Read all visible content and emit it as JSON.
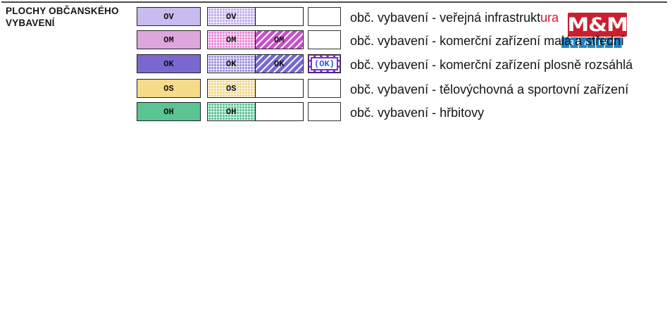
{
  "header": {
    "line1": "PLOCHY OBČANSKÉHO",
    "line2": "VYBAVENÍ"
  },
  "watermark": {
    "top_text": "M&M",
    "bottom_text": "REALITY",
    "red_color": "#c8202f",
    "blue_color": "#1e86c6"
  },
  "legend": {
    "rows": [
      {
        "code": "OV",
        "description": "obč. vybavení - veřejná infrastrukt",
        "description_red_tail": "ura",
        "solid_color": "#c9bbf0",
        "grid_color": "#c2b2ee",
        "hatch_color": "",
        "extra_label": ""
      },
      {
        "code": "OM",
        "description": "obč. vybavení - komerční zařízení malá a střední",
        "description_red_tail": "",
        "solid_color": "#dda6dd",
        "grid_color": "#ee8ade",
        "hatch_color": "#c453c8",
        "extra_label": ""
      },
      {
        "code": "OK",
        "description": "obč. vybavení - komerční zařízení plosně rozsáhlá",
        "description_red_tail": "",
        "solid_color": "#7a68d0",
        "grid_color": "#a496e4",
        "hatch_color": "#7568ce",
        "extra_label": "(OK)"
      },
      {
        "code": "OS",
        "description": "obč. vybavení - tělovýchovná a sportovní zařízení",
        "description_red_tail": "",
        "solid_color": "#f6dc8a",
        "grid_color": "#f2d88c",
        "hatch_color": "",
        "extra_label": ""
      },
      {
        "code": "OH",
        "description": "obč. vybavení - hřbitovy",
        "description_red_tail": "",
        "solid_color": "#5ac493",
        "grid_color": "#5fc898",
        "hatch_color": "",
        "extra_label": ""
      }
    ]
  }
}
